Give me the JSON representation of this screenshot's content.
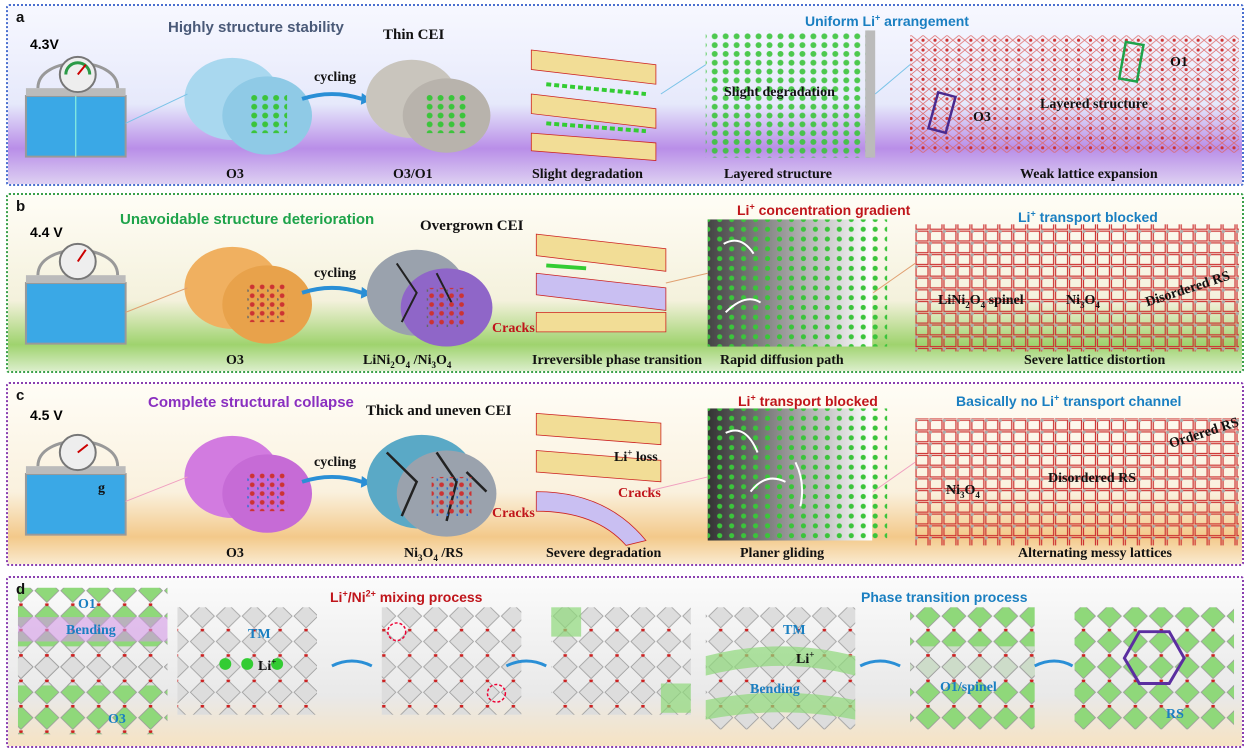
{
  "panel_a": {
    "letter": "a",
    "voltage": "4.3V",
    "heading": "Highly structure stability",
    "cei": "Thin CEI",
    "cycling": "cycling",
    "li_arrangement": "Uniform Li⁺ arrangement",
    "cap_o3": "O3",
    "cap_o3o1": "O3/O1",
    "cap_slight": "Slight degradation",
    "cap_layered": "Layered structure",
    "cap_weak": "Weak lattice expansion",
    "inner_slight": "Slight degradation",
    "inner_layered": "Layered structure",
    "label_o1": "O1",
    "label_o3": "O3"
  },
  "panel_b": {
    "letter": "b",
    "voltage": "4.4 V",
    "heading": "Unavoidable structure deterioration",
    "cei": "Overgrown CEI",
    "cycling": "cycling",
    "cracks": "Cracks",
    "gradient": "Li⁺ concentration gradient",
    "blocked": "Li⁺ transport blocked",
    "cap_o3": "O3",
    "cap_phase": "LiNi₂O₄ /Ni₃O₄",
    "cap_irrev": "Irreversible phase transition",
    "cap_rapid": "Rapid diffusion path",
    "cap_severe": "Severe lattice distortion",
    "label_spinel": "LiNi₂O₄ spinel",
    "label_ni3o4": "Ni₃O₄",
    "label_disordered": "Disordered RS"
  },
  "panel_c": {
    "letter": "c",
    "voltage": "4.5 V",
    "heading": "Complete structural collapse",
    "cei": "Thick and uneven CEI",
    "cycling": "cycling",
    "cracks": "Cracks",
    "cracks2": "Cracks",
    "li_loss": "Li⁺ loss",
    "blocked": "Li⁺ transport blocked",
    "no_channel": "Basically no Li⁺ transport channel",
    "cap_o3": "O3",
    "cap_phase": "Ni₃O₄ /RS",
    "cap_severe": "Severe degradation",
    "cap_planer": "Planer gliding",
    "cap_alternating": "Alternating messy lattices",
    "label_ordered": "Ordered RS",
    "label_disordered": "Disordered RS",
    "label_ni3o4": "Ni₃O₄",
    "g_label": "g"
  },
  "panel_d": {
    "letter": "d",
    "mixing": "Li⁺/Ni²⁺ mixing process",
    "phase": "Phase transition process",
    "o1": "O1",
    "bending": "Bending",
    "o3": "O3",
    "tm": "TM",
    "li": "Li⁺",
    "tm2": "TM",
    "li2": "Li⁺",
    "bending2": "Bending",
    "o1spinel": "O1/spinel",
    "rs": "RS"
  },
  "colors": {
    "red": "#c0151b",
    "blue": "#1a7fc1",
    "green": "#1ea34a",
    "purple": "#8a2fc0",
    "border_a": "#4a6fcf",
    "border_b": "#3aa04a",
    "border_c": "#8a3fb0",
    "border_d": "#8a3fb0"
  }
}
